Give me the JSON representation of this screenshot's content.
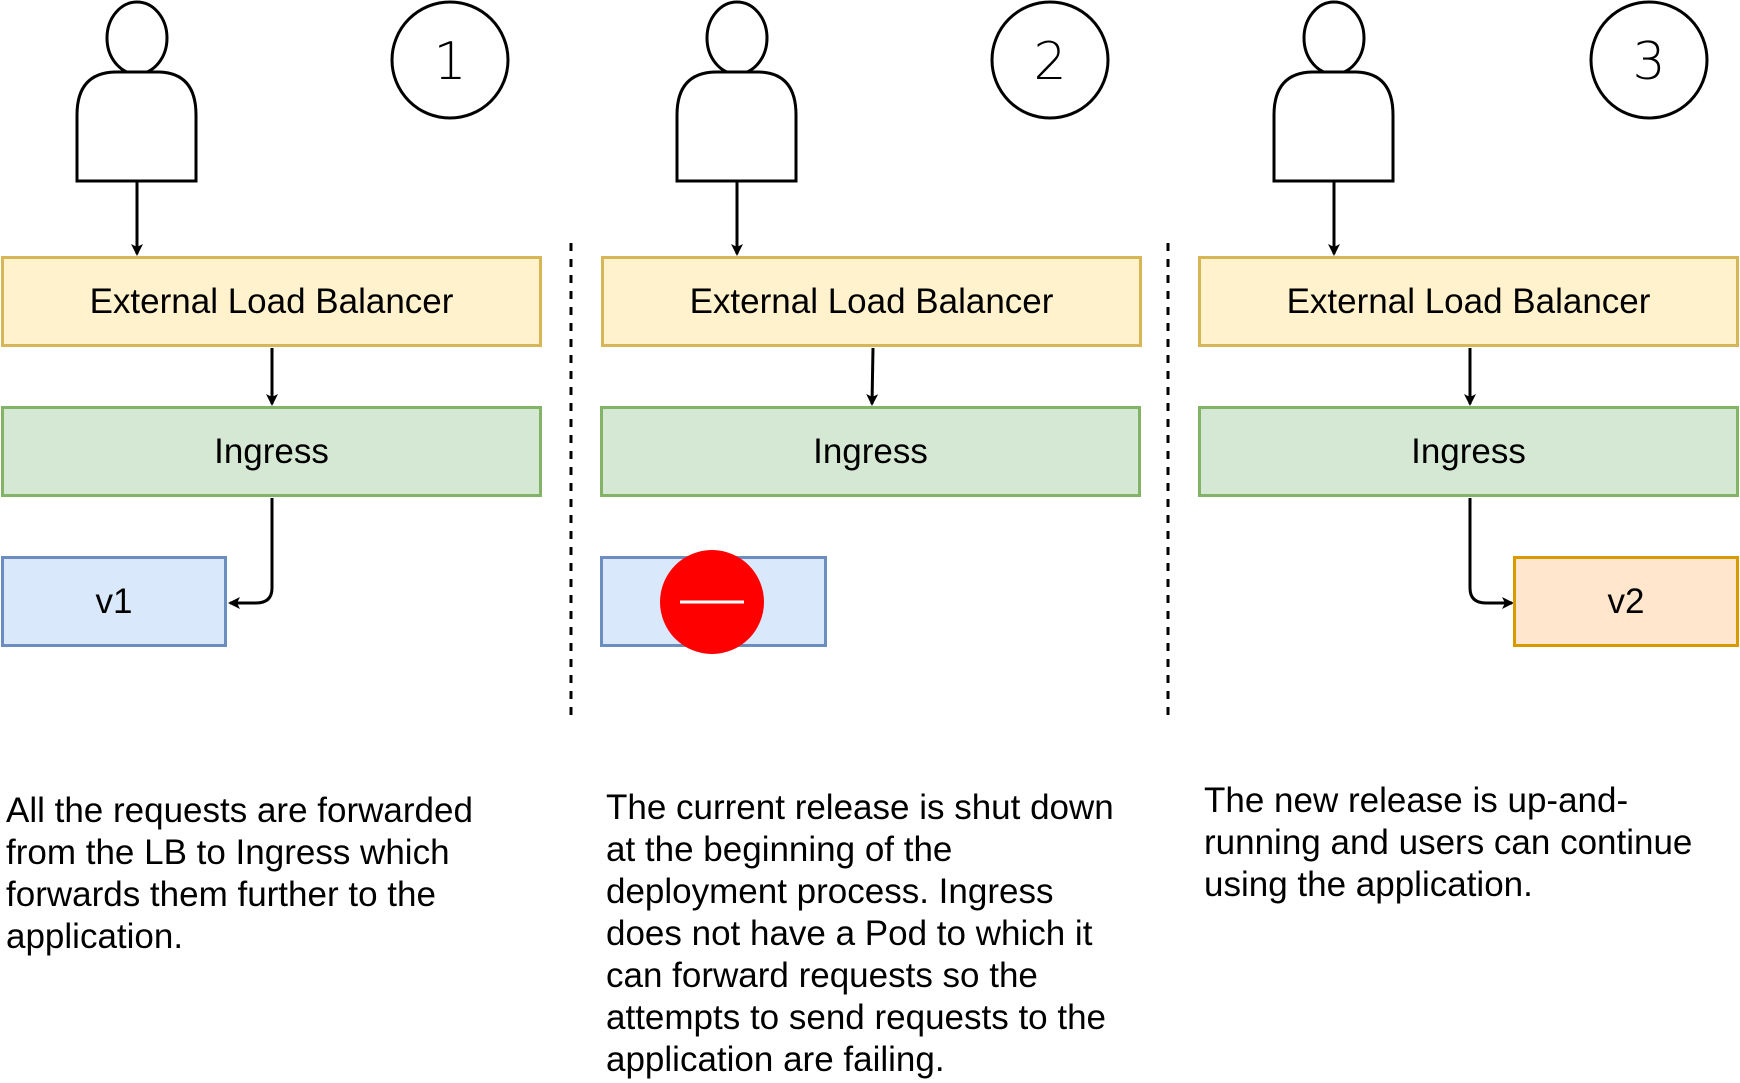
{
  "colors": {
    "lb_border": "#d6b656",
    "lb_fill": "#fff2cc",
    "ingress_border": "#82b366",
    "ingress_fill": "#d5e8d4",
    "v1_border": "#6c8ebf",
    "v1_fill": "#dae8fc",
    "v2_border": "#d79b00",
    "v2_fill": "#ffe6cc",
    "stop_sign": "#ff0000"
  },
  "panels": [
    {
      "step": "1",
      "lb_label": "External Load Balancer",
      "ingress_label": "Ingress",
      "pod_label": "v1",
      "description": "All the requests are forwarded\nfrom the LB to Ingress which\nforwards them further to the\napplication."
    },
    {
      "step": "2",
      "lb_label": "External Load Balancer",
      "ingress_label": "Ingress",
      "pod_label": "",
      "description": "The current release is shut down\nat the beginning of the\ndeployment process. Ingress\ndoes not have a Pod to which it\ncan forward requests so the\nattempts to send requests to the\napplication are failing."
    },
    {
      "step": "3",
      "lb_label": "External Load Balancer",
      "ingress_label": "Ingress",
      "pod_label": "v2",
      "description": "The new release is up-and-\nrunning and users can continue\nusing the application."
    }
  ]
}
